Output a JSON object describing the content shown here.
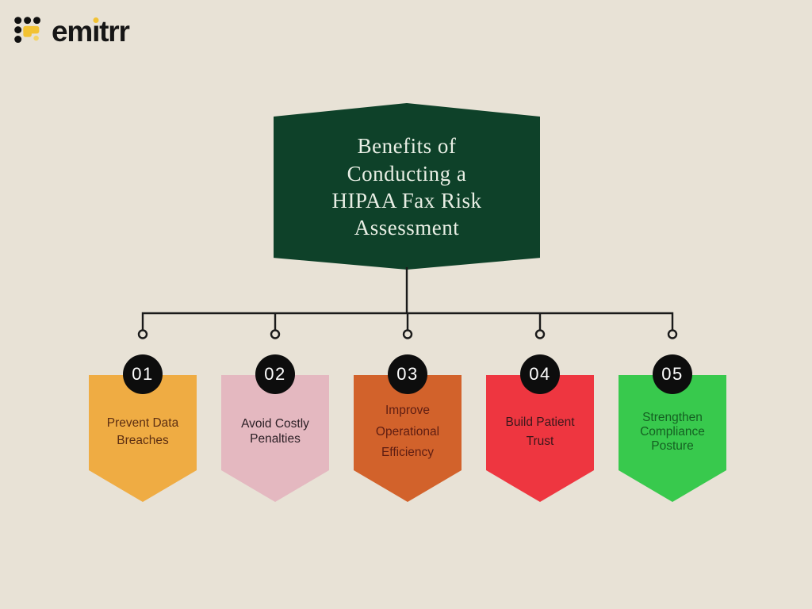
{
  "page": {
    "background": "#E8E2D6"
  },
  "logo": {
    "text": "emitrr",
    "text_color": "#161616",
    "icon_black": "#111111",
    "icon_yellow": "#F2C233",
    "icon_yellow_light": "#F3D469",
    "dot_color": "#F2C233",
    "parts": {
      "pre": "em",
      "i_glyph": "ı",
      "post": "trr"
    }
  },
  "title": {
    "text": "Benefits of\nConducting a\nHIPAA Fax Risk\nAssessment",
    "bg": "#0E4129",
    "color": "#E9EFE5"
  },
  "connector": {
    "line_color": "#1A1A1A"
  },
  "badge": {
    "bg": "#0D0D0D",
    "text_color": "#FFFFFF"
  },
  "items": [
    {
      "number": "01",
      "label": "Prevent Data Breaches",
      "bg": "#EFAC43",
      "text_color": "#5C2E12"
    },
    {
      "number": "02",
      "label": "Avoid Costly Penalties",
      "bg": "#E4B8C0",
      "text_color": "#2A1E24"
    },
    {
      "number": "03",
      "label": "Improve Operational Efficiency",
      "bg": "#D2622B",
      "text_color": "#5E1D12"
    },
    {
      "number": "04",
      "label": "Build Patient Trust",
      "bg": "#EE3640",
      "text_color": "#3B171B"
    },
    {
      "number": "05",
      "label": "Strengthen Compliance Posture",
      "bg": "#38C94D",
      "text_color": "#156022"
    }
  ]
}
